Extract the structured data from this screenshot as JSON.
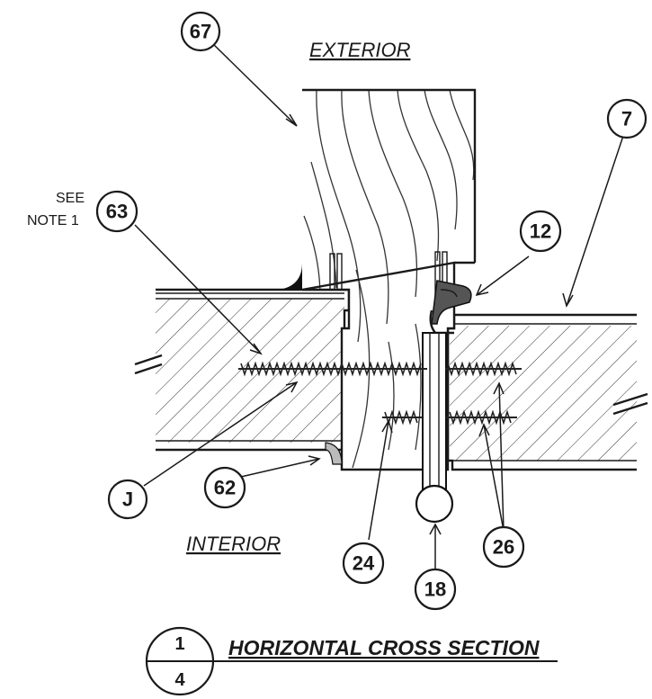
{
  "labels": {
    "exterior": "EXTERIOR",
    "interior": "INTERIOR",
    "see_note_line1": "SEE",
    "see_note_line2": "NOTE 1"
  },
  "callouts": {
    "c67": "67",
    "c7": "7",
    "c63": "63",
    "c12": "12",
    "cJ": "J",
    "c62": "62",
    "c24": "24",
    "c26": "26",
    "c18": "18"
  },
  "title": {
    "numerator": "1",
    "denominator": "4",
    "text": "HORIZONTAL CROSS SECTION"
  }
}
